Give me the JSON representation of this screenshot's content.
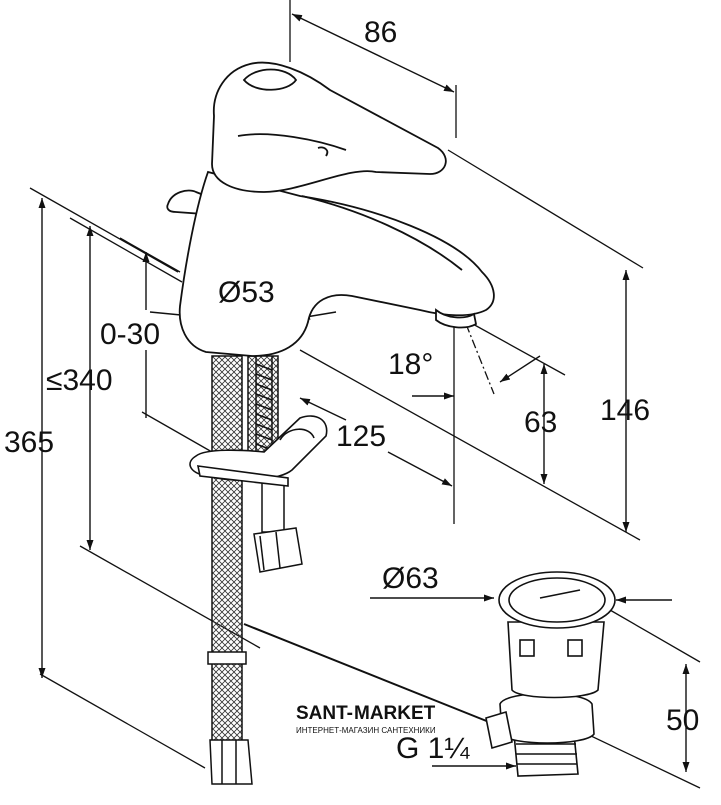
{
  "dimensions": {
    "handle_reach": "86",
    "base_diameter": "Ø53",
    "deck_thickness": "0-30",
    "hose_length": "≤340",
    "total_height": "365",
    "spout_angle": "18°",
    "spout_reach": "125",
    "spout_height": "63",
    "faucet_height": "146",
    "drain_diameter": "Ø63",
    "drain_thread": "G 1¼",
    "drain_height": "50"
  },
  "watermark": {
    "brand_prefix": "SANT-",
    "brand_suffix": "MARKET",
    "subtitle": "ИНТЕРНЕТ-МАГАЗИН САНТЕХНИКИ",
    "brand_color": "#2e9a42"
  }
}
